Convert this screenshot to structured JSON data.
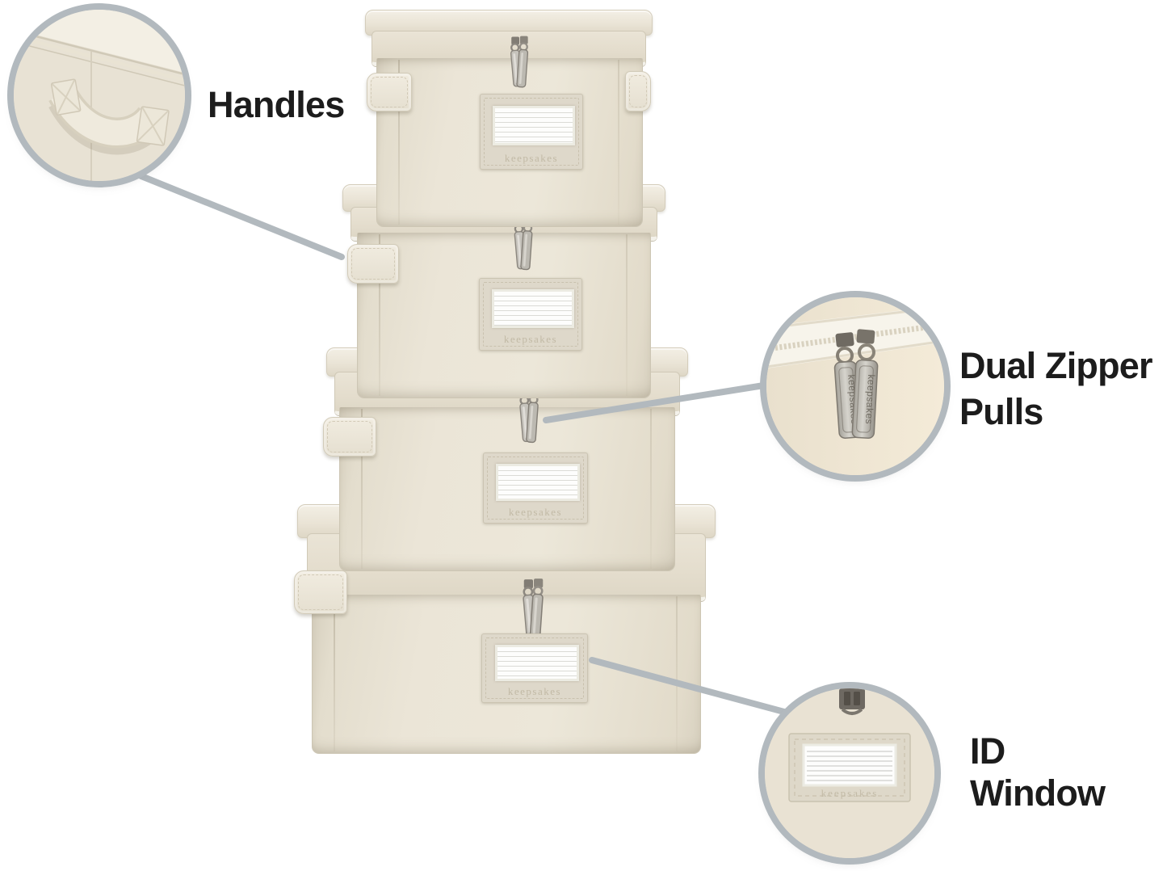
{
  "callouts": [
    {
      "id": "handles",
      "label": "Handles"
    },
    {
      "id": "dual-zipper-pulls",
      "label": "Dual Zipper Pulls"
    },
    {
      "id": "id-window",
      "label": "ID Window"
    }
  ],
  "brand": {
    "embossed_label": "keepsakes",
    "zipper_pull_engraving": "keepsakes"
  },
  "boxes": [
    {
      "name": "box-small-top",
      "emboss": "keepsakes"
    },
    {
      "name": "box-medium",
      "emboss": "keepsakes"
    },
    {
      "name": "box-large",
      "emboss": "keepsakes"
    },
    {
      "name": "box-xl-bottom",
      "emboss": "keepsakes"
    }
  ],
  "colors": {
    "background": "#ffffff",
    "annotation_gray": "#b2b9be",
    "label_text": "#1c1c1c",
    "fabric": "#e8e2d4",
    "fabric_light": "#f3efe4",
    "fabric_shadow": "#d8d1c0",
    "metal_silver": "#bcb9b1",
    "card_white": "#fdfdfc"
  }
}
